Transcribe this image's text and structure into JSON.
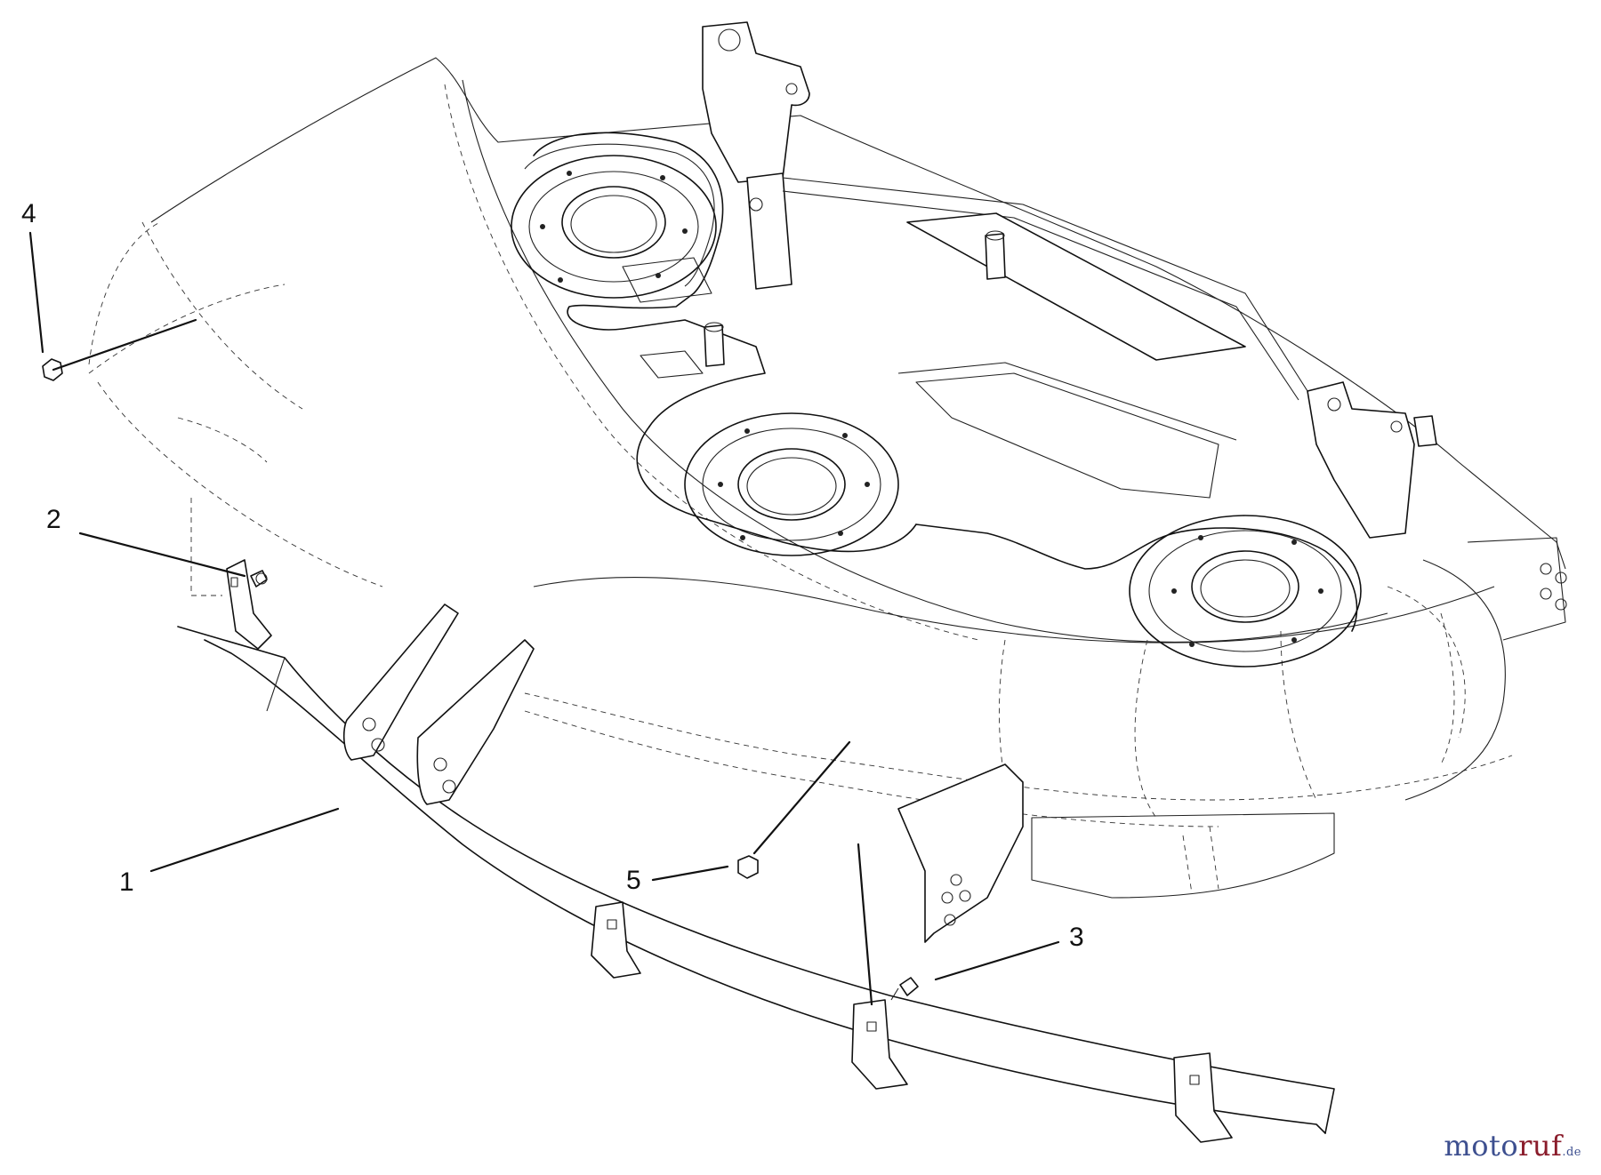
{
  "diagram": {
    "callouts": [
      {
        "id": "1",
        "label": "1"
      },
      {
        "id": "2",
        "label": "2"
      },
      {
        "id": "3",
        "label": "3"
      },
      {
        "id": "4",
        "label": "4"
      },
      {
        "id": "5",
        "label": "5"
      }
    ]
  },
  "watermark": {
    "brand": "moto",
    "brand_accent": "ruf",
    "suffix": ".de",
    "colors": {
      "brand": "#3d4f8f",
      "brand_accent": "#8a1c2b"
    }
  }
}
